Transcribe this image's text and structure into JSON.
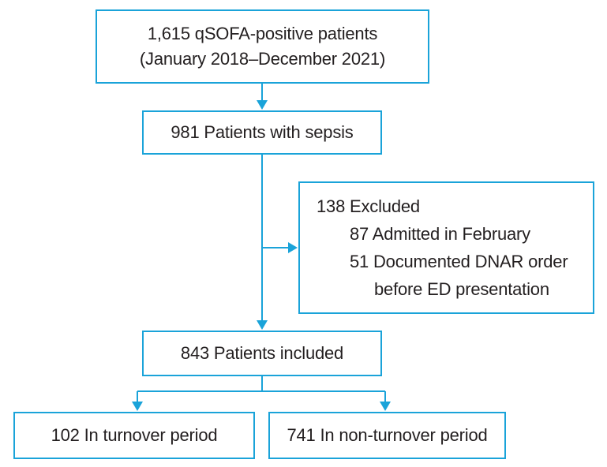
{
  "flowchart": {
    "screened": {
      "line1": "1,615 qSOFA-positive patients",
      "line2": "(January 2018–December 2021)"
    },
    "sepsis": {
      "label": "981 Patients with sepsis"
    },
    "excluded": {
      "title": "138 Excluded",
      "reason1": "87 Admitted in February",
      "reason2_line1": "51 Documented DNAR order",
      "reason2_line2": "before ED presentation"
    },
    "included": {
      "label": "843 Patients included"
    },
    "turnover": {
      "label": "102 In turnover period"
    },
    "non_turnover": {
      "label": "741 In non-turnover period"
    }
  },
  "colors": {
    "border": "#1aa3d9",
    "arrow": "#1aa3d9",
    "text": "#231f20"
  }
}
